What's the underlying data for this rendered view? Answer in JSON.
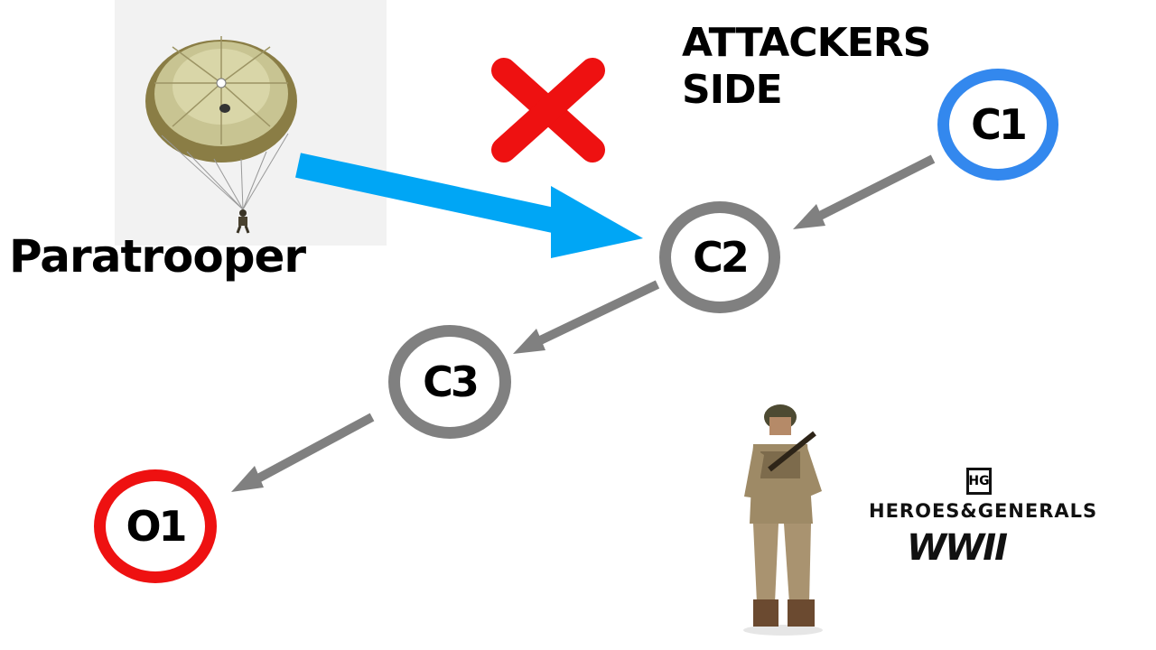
{
  "labels": {
    "paratrooper": "Paratrooper",
    "attackers_line1": "ATTACKERS",
    "attackers_line2": "SIDE"
  },
  "nodes": [
    {
      "id": "c1",
      "label": "C1",
      "color": "#3388ee"
    },
    {
      "id": "c2",
      "label": "C2",
      "color": "#808080"
    },
    {
      "id": "c3",
      "label": "C3",
      "color": "#808080"
    },
    {
      "id": "o1",
      "label": "O1",
      "color": "#ee1111"
    }
  ],
  "logo": {
    "mark": "HG",
    "brand": "HEROES&GENERALS",
    "sub": "WWII"
  },
  "colors": {
    "blue_arrow": "#00a6f5",
    "gray_arrow": "#808080",
    "cross": "#ee1111"
  },
  "icons": {
    "parachute": "parachute-icon",
    "cross": "cross-icon",
    "soldier": "soldier-icon"
  }
}
